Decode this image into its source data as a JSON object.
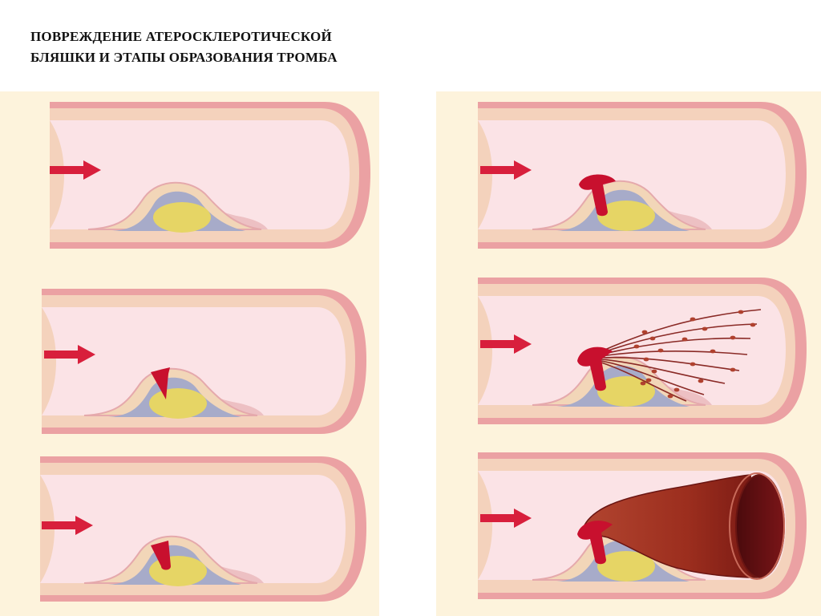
{
  "title": {
    "line1": "ПОВРЕЖДЕНИЕ АТЕРОСКЛЕРОТИЧЕСКОЙ",
    "line2": "БЛЯШКИ И ЭТАПЫ ОБРАЗОВАНИЯ ТРОМБА"
  },
  "colors": {
    "background_panel": "#fdf3dc",
    "vessel_wall_outer": "#eba1a3",
    "vessel_wall_mid": "#f4d2bc",
    "vessel_lumen": "#fbe3e6",
    "plaque_cap": "#f2d6b8",
    "plaque_lipid_ring": "#a7abc9",
    "plaque_lipid_core": "#e6d565",
    "blood_flow_arrow": "#d81f3c",
    "thrombus": "#9c2e1e",
    "thrombus_dark": "#5c0e10",
    "fibrin_strand": "#8a2a26"
  },
  "stages": [
    {
      "id": 1,
      "position": "left-top",
      "arrow_icon": "blood-flow-arrow",
      "plaque": "intact",
      "lesion": "none"
    },
    {
      "id": 2,
      "position": "left-middle",
      "arrow_icon": "blood-flow-arrow",
      "plaque": "ruptured",
      "lesion": "fissure"
    },
    {
      "id": 3,
      "position": "left-bottom",
      "arrow_icon": "blood-flow-arrow",
      "plaque": "ruptured",
      "lesion": "platelet-plug"
    },
    {
      "id": 4,
      "position": "right-top",
      "arrow_icon": "blood-flow-arrow",
      "plaque": "ruptured",
      "lesion": "platelet-plug-growing"
    },
    {
      "id": 5,
      "position": "right-middle",
      "arrow_icon": "blood-flow-arrow",
      "plaque": "ruptured",
      "lesion": "fibrin-network"
    },
    {
      "id": 6,
      "position": "right-bottom",
      "arrow_icon": "blood-flow-arrow",
      "plaque": "ruptured",
      "lesion": "occlusive-thrombus"
    }
  ]
}
